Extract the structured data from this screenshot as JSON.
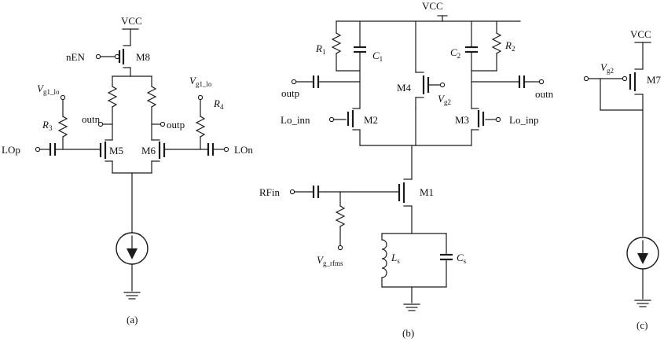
{
  "captions": {
    "a": "(a)",
    "b": "(b)",
    "c": "(c)"
  },
  "circuit_a": {
    "vcc": "VCC",
    "nen": "nEN",
    "m8": "M8",
    "m5": "M5",
    "m6": "M6",
    "outn": "outn",
    "outp": "outp",
    "vg_left_main": "V",
    "vg_left_sub": "g1_lo",
    "vg_right_main": "V",
    "vg_right_sub": "g1_lo",
    "r3_main": "R",
    "r3_sub": "3",
    "r4_main": "R",
    "r4_sub": "4",
    "lop": "LOp",
    "lon": "LOn"
  },
  "circuit_b": {
    "vcc": "VCC",
    "r1_main": "R",
    "r1_sub": "1",
    "c1_main": "C",
    "c1_sub": "1",
    "c2_main": "C",
    "c2_sub": "2",
    "r2_main": "R",
    "r2_sub": "2",
    "outp": "outp",
    "outn": "outn",
    "m4": "M4",
    "vg2_main": "V",
    "vg2_sub": "g2",
    "lo_inn": "Lo_inn",
    "m2": "M2",
    "m3": "M3",
    "lo_inp": "Lo_inp",
    "rfin": "RFin",
    "m1": "M1",
    "vgrf_main": "V",
    "vgrf_sub": "g_rfms",
    "ls_main": "L",
    "ls_sub": "s",
    "cs_main": "C",
    "cs_sub": "s"
  },
  "circuit_c": {
    "vcc": "VCC",
    "vg2_main": "V",
    "vg2_sub": "g2",
    "m7": "M7"
  }
}
